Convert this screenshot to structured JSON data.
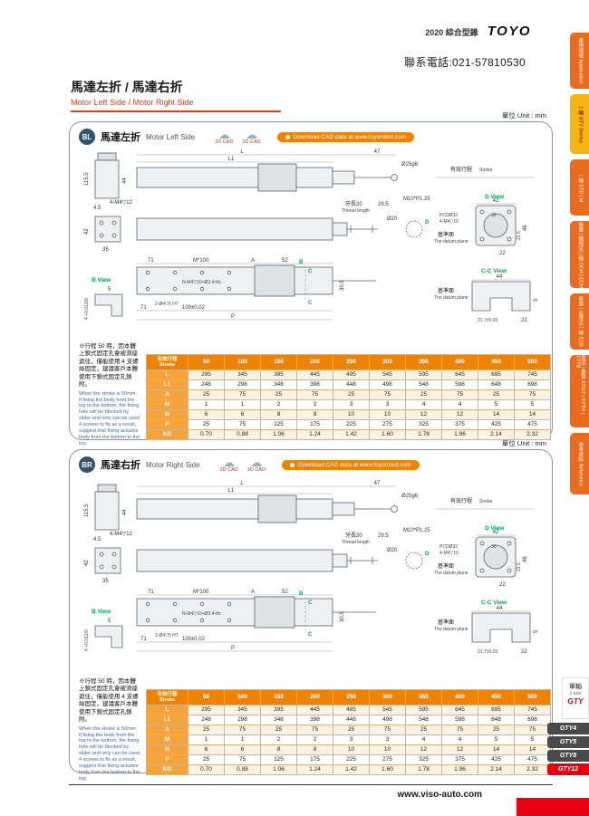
{
  "header": {
    "catalog": "2020 綜合型錄",
    "brand": "TOYO",
    "phone": "聯系電話:021-57810530"
  },
  "title": {
    "zh": "馬達左折 / 馬達右折",
    "en": "Motor Left Side / Motor Right Side"
  },
  "sidebar": {
    "tabs": [
      {
        "label": "應用領域 Application"
      },
      {
        "label": "一軸 GTY Series"
      },
      {
        "label": "一軸 ETB | M"
      },
      {
        "label": "無塵 | 螺桿式二軸 GCH | ECH"
      },
      {
        "label": "無塵 | 皮帶式一軸 ECB"
      },
      {
        "label": "直交 | 懸臂 XYGT | XYTH | XYTB"
      },
      {
        "label": "參考資料 Reference"
      }
    ]
  },
  "cad": {
    "c2d": "2D CAD",
    "c3d": "3D CAD",
    "download": "Download CAD data at www.toyorobot.com"
  },
  "panels": [
    {
      "badge": "BL",
      "title_zh": "馬達左折",
      "title_en": "Motor Left Side",
      "unit": "單位 Unit : mm"
    },
    {
      "badge": "BR",
      "title_zh": "馬達右折",
      "title_en": "Motor Right Side",
      "unit": "單位 Unit : mm"
    }
  ],
  "note": {
    "zh": "※行程 50 時，因本體上鎖式固定孔會被滑座遮住，僅能使用 4 支螺絲固定，建議客戶本體使用下鎖式固定孔鎖附。",
    "en": "When the stroke is 50mm, if fixing the body from the top to the bottom, the fixing hole will be blocked by slider and only can be used 4 screws to fix as a result, suggest that fixing actuator body from the bottom to the top."
  },
  "dims": {
    "L": "L",
    "L1": "L1",
    "len47": "47",
    "stroke_zh": "有效行程",
    "stroke_en": "Stroke",
    "rod": "Ø25g6",
    "h1155": "115.5",
    "h44": "44",
    "w45": "4.5",
    "m4holes": "4-M4▽12",
    "h42": "42",
    "w35": "35",
    "thread_zh": "牙長20",
    "thread_en": "Thread length",
    "w295": "29.5",
    "m10": "M10*P1.25",
    "d20": "Ø20",
    "d_view": "D View",
    "w42": "42",
    "w30": "30",
    "pcd": "PCDØ32",
    "m4b": "4-M4▽10",
    "h46": "46",
    "h235": "23.5",
    "w22": "22",
    "datum_zh": "基準面",
    "datum_en": "The datum plane",
    "w71": "71",
    "mpitch": "M*100",
    "dimA": "A",
    "w52": "52",
    "nm4": "N-M4▽10+Ø3.4-thr.",
    "h305": "30.5",
    "hole2": "2-Ø4▽5 H7",
    "w100": "100±0.02",
    "dimP": "P",
    "cc_view": "C-C View",
    "w44": "44",
    "w217": "21.7±0.03",
    "b_view": "B View",
    "h5": "5",
    "tol": "4 +0.012/0",
    "markB": "B",
    "markC": "C",
    "markD": "D"
  },
  "stroke_table": {
    "corner_zh": "有效行程",
    "corner_en": "Stroke",
    "columns": [
      "50",
      "100",
      "150",
      "200",
      "250",
      "300",
      "350",
      "400",
      "450",
      "500"
    ],
    "rows": [
      {
        "label": "L",
        "values": [
          "295",
          "345",
          "395",
          "445",
          "495",
          "545",
          "595",
          "645",
          "695",
          "745"
        ]
      },
      {
        "label": "L1",
        "values": [
          "248",
          "298",
          "348",
          "398",
          "448",
          "498",
          "548",
          "598",
          "648",
          "698"
        ]
      },
      {
        "label": "A",
        "values": [
          "25",
          "75",
          "25",
          "75",
          "25",
          "75",
          "25",
          "75",
          "25",
          "75"
        ]
      },
      {
        "label": "M",
        "values": [
          "1",
          "1",
          "2",
          "2",
          "3",
          "3",
          "4",
          "4",
          "5",
          "5"
        ]
      },
      {
        "label": "N",
        "values": [
          "6",
          "6",
          "8",
          "8",
          "10",
          "10",
          "12",
          "12",
          "14",
          "14"
        ]
      },
      {
        "label": "P",
        "values": [
          "25",
          "75",
          "125",
          "175",
          "225",
          "275",
          "325",
          "375",
          "425",
          "475"
        ]
      },
      {
        "label": "KG",
        "values": [
          "0.70",
          "0.88",
          "1.06",
          "1.24",
          "1.42",
          "1.60",
          "1.78",
          "1.96",
          "2.14",
          "2.32"
        ]
      }
    ]
  },
  "models": {
    "axis_zh": "單軸",
    "axis_en": "1 axis",
    "axis_series": "GTY",
    "tabs": [
      {
        "label": "GTY4"
      },
      {
        "label": "GTY5"
      },
      {
        "label": "GTY8"
      },
      {
        "label": "GTY12"
      }
    ]
  },
  "footer": {
    "url": "www.viso-auto.com"
  }
}
